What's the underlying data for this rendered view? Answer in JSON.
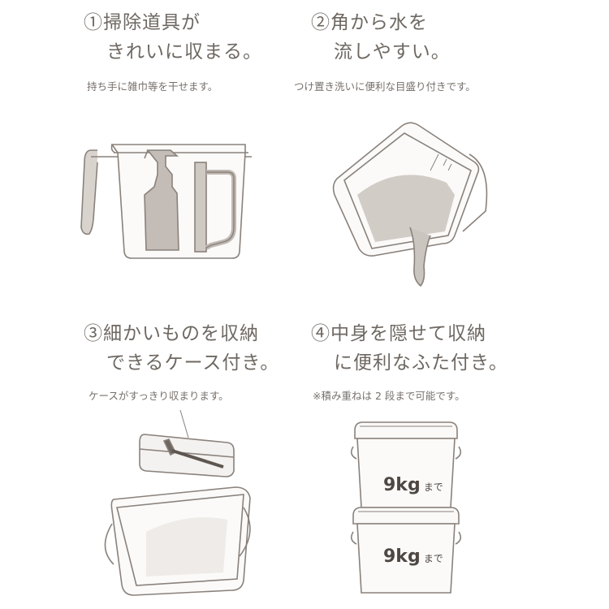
{
  "panels": [
    {
      "number": "①",
      "title_line1": "掃除道具が",
      "title_line2": "きれいに収まる。",
      "caption": "持ち手に雑巾等を干せます。"
    },
    {
      "number": "②",
      "title_line1": "角から水を",
      "title_line2": "流しやすい。",
      "caption": "つけ置き洗いに便利な目盛り付きです。"
    },
    {
      "number": "③",
      "title_line1": "細かいものを収納",
      "title_line2": "できるケース付き。",
      "caption": "ケースがすっきり収まります。"
    },
    {
      "number": "④",
      "title_line1": "中身を隠せて収納",
      "title_line2": "に便利なふた付き。",
      "caption": "※積み重ねは 2 段まで可能です。",
      "weights": [
        {
          "value": "9kg",
          "unit": "まで"
        },
        {
          "value": "9kg",
          "unit": "まで"
        }
      ]
    }
  ],
  "colors": {
    "line": "#8a817b",
    "fill_light": "#cdc7c2",
    "fill_mid": "#b8b1ab",
    "text": "#6e6862"
  }
}
